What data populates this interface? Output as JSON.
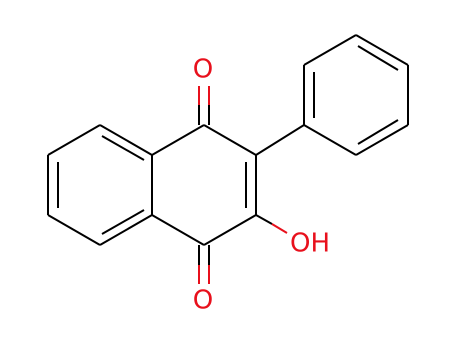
{
  "molecule": {
    "atoms": {
      "o_top": "O",
      "o_bottom": "O",
      "oh": "OH"
    },
    "colors": {
      "bond": "#000000",
      "oxygen": "#e8101c",
      "background": "#ffffff"
    }
  }
}
